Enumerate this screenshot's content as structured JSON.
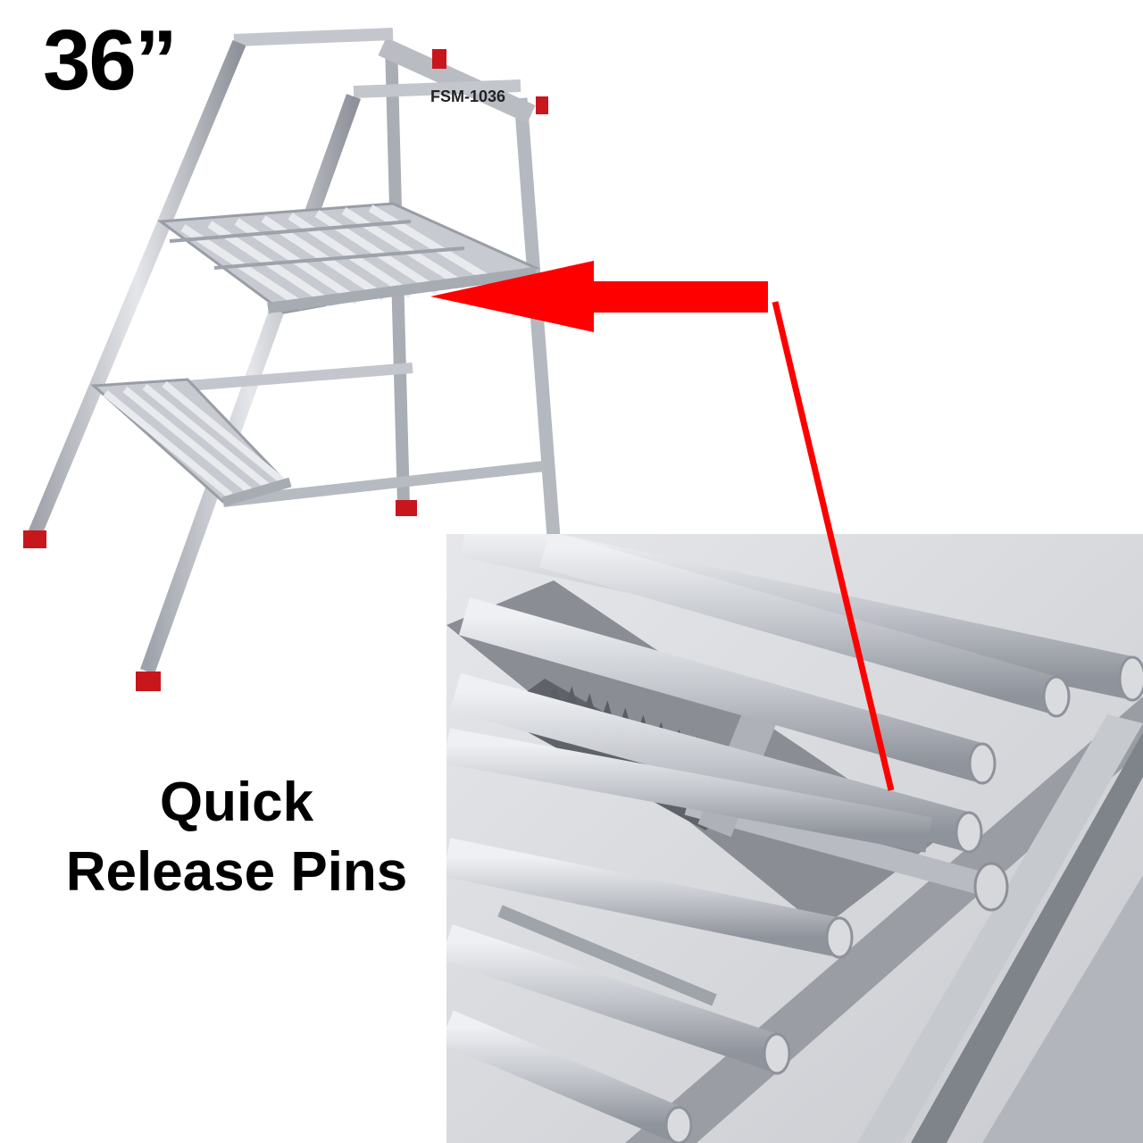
{
  "size_label": "36”",
  "model_label": "FSM-1036",
  "caption": {
    "line1": "Quick",
    "line2": "Release Pins"
  },
  "colors": {
    "frame": "#c9ccd3",
    "frame_dark": "#8e929a",
    "foot": "#c8161d",
    "arrow": "#ff0000",
    "inset_bg": "#d6d8dc"
  }
}
